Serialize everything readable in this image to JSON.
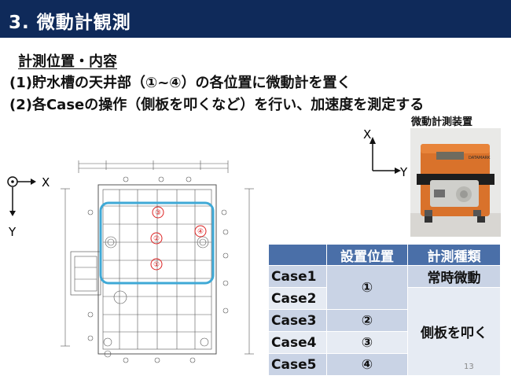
{
  "header": {
    "title": "3. 微動計観測"
  },
  "content": {
    "subtitle": "計測位置・内容",
    "line1": "(1)貯水槽の天井部（①~④）の各位置に微動計を置く",
    "line2": "(2)各Caseの操作（側板を叩くなど）を行い、加速度を測定する"
  },
  "device": {
    "label": "微動計測装置",
    "brand": "DATAMARK"
  },
  "axes_right": {
    "x": "X",
    "y": "Y"
  },
  "axes_left": {
    "x": "X",
    "y": "Y"
  },
  "drawing": {
    "markers": [
      "③",
      "②",
      "④",
      "①"
    ]
  },
  "table": {
    "headers": [
      "",
      "設置位置",
      "計測種類"
    ],
    "rows": [
      {
        "case": "Case1",
        "position": "①",
        "type": "常時微動"
      },
      {
        "case": "Case2",
        "position": "",
        "type": "側板を叩く"
      },
      {
        "case": "Case3",
        "position": "②",
        "type": ""
      },
      {
        "case": "Case4",
        "position": "③",
        "type": ""
      },
      {
        "case": "Case5",
        "position": "④",
        "type": ""
      }
    ]
  },
  "page_number": "13"
}
